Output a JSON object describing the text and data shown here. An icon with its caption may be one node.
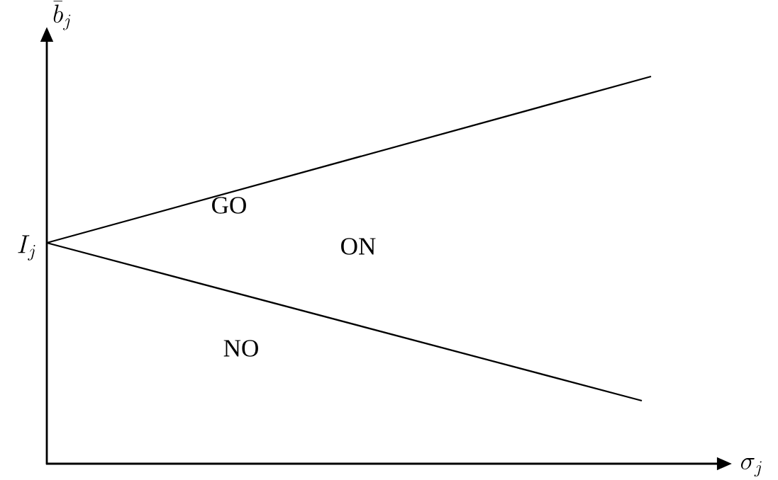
{
  "diagram": {
    "labels": [
      "\\bar{b}_j",
      "GO",
      "I_j",
      "ON",
      "NO",
      "\\sigma_j"
    ]
  }
}
